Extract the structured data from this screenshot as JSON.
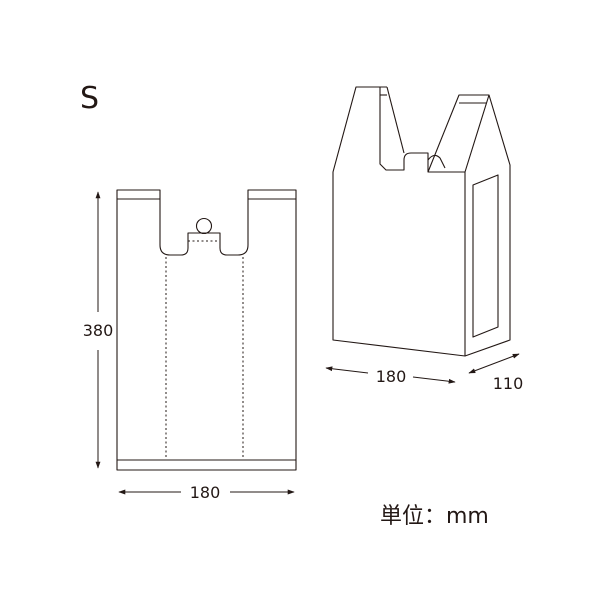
{
  "size_label": "S",
  "flat_view": {
    "height_label": "380",
    "width_label": "180"
  },
  "side_view": {
    "width_label": "180",
    "depth_label": "110"
  },
  "unit_label": "単位：mm",
  "colors": {
    "ink": "#231815",
    "background": "#ffffff"
  }
}
